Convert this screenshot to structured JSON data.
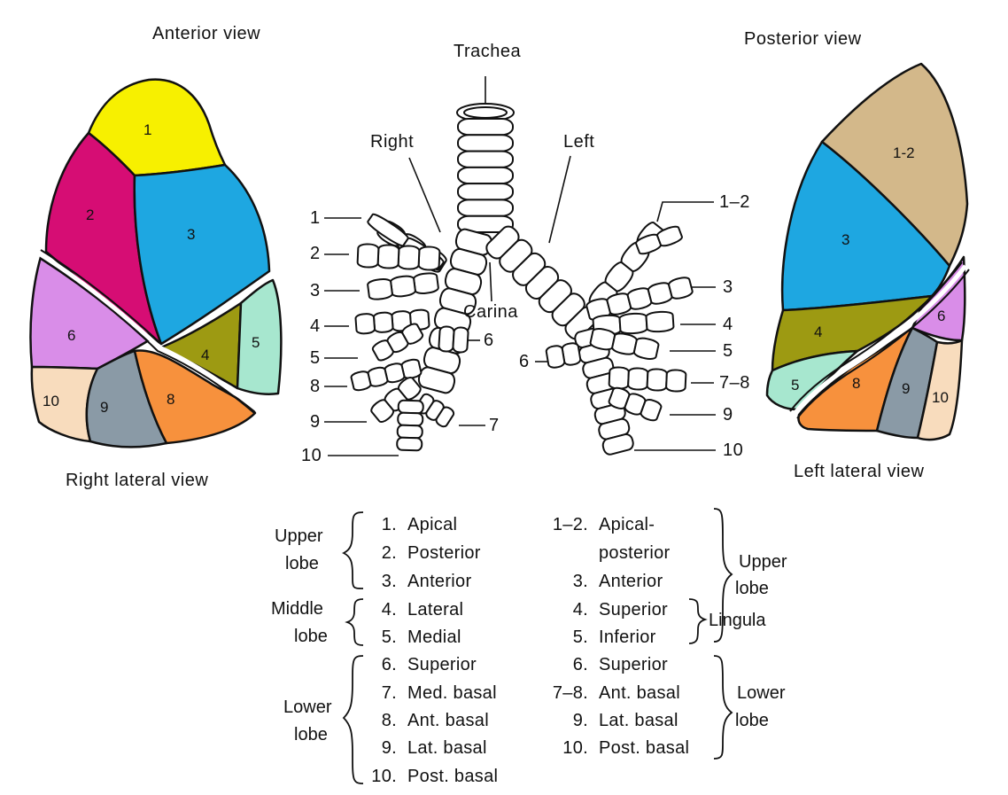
{
  "views": {
    "anterior": "Anterior view",
    "posterior": "Posterior view",
    "right_lateral": "Right lateral view",
    "left_lateral": "Left lateral view"
  },
  "airway": {
    "trachea": "Trachea",
    "right": "Right",
    "left": "Left",
    "carina": "Carina",
    "right_numbers": [
      "1",
      "2",
      "3",
      "4",
      "5",
      "6",
      "7",
      "8",
      "9",
      "10"
    ],
    "left_numbers": [
      "1–2",
      "3",
      "4",
      "5",
      "6",
      "7–8",
      "9",
      "10"
    ]
  },
  "right_lung_segments": [
    "1",
    "2",
    "3",
    "4",
    "5",
    "6",
    "8",
    "9",
    "10"
  ],
  "left_lung_segments": [
    "1-2",
    "3",
    "4",
    "5",
    "6",
    "8",
    "9",
    "10"
  ],
  "colors": {
    "apical": "#f7f000",
    "posterior": "#d60d74",
    "anterior": "#1ea7e1",
    "lateral_superior": "#9d9a12",
    "medial_inferior": "#a7e7cf",
    "superior_lower": "#d98de8",
    "ant_basal": "#f7913d",
    "lat_basal": "#8a9aa6",
    "post_basal": "#f8dcbd",
    "apical_posterior": "#d3b88a",
    "outline": "#111111"
  },
  "key_right": {
    "upper": {
      "label": [
        "Upper",
        "lobe"
      ],
      "items": [
        {
          "num": "1.",
          "name": "Apical"
        },
        {
          "num": "2.",
          "name": "Posterior"
        },
        {
          "num": "3.",
          "name": "Anterior"
        }
      ]
    },
    "middle": {
      "label": [
        "Middle",
        "lobe"
      ],
      "items": [
        {
          "num": "4.",
          "name": "Lateral"
        },
        {
          "num": "5.",
          "name": "Medial"
        }
      ]
    },
    "lower": {
      "label": [
        "Lower",
        "lobe"
      ],
      "items": [
        {
          "num": "6.",
          "name": "Superior"
        },
        {
          "num": "7.",
          "name": "Med. basal"
        },
        {
          "num": "8.",
          "name": "Ant. basal"
        },
        {
          "num": "9.",
          "name": "Lat. basal"
        },
        {
          "num": "10.",
          "name": "Post. basal"
        }
      ]
    }
  },
  "key_left": {
    "upper": {
      "label": [
        "Upper",
        "lobe"
      ],
      "items": [
        {
          "num": "1–2.",
          "name": "Apical-"
        },
        {
          "num": "",
          "name": "posterior"
        },
        {
          "num": "3.",
          "name": "Anterior"
        }
      ]
    },
    "lingula": {
      "label": "Lingula",
      "items": [
        {
          "num": "4.",
          "name": "Superior"
        },
        {
          "num": "5.",
          "name": "Inferior"
        }
      ]
    },
    "lower": {
      "label": [
        "Lower",
        "lobe"
      ],
      "items": [
        {
          "num": "6.",
          "name": "Superior"
        },
        {
          "num": "7–8.",
          "name": "Ant. basal"
        },
        {
          "num": "9.",
          "name": "Lat. basal"
        },
        {
          "num": "10.",
          "name": "Post. basal"
        }
      ]
    }
  }
}
